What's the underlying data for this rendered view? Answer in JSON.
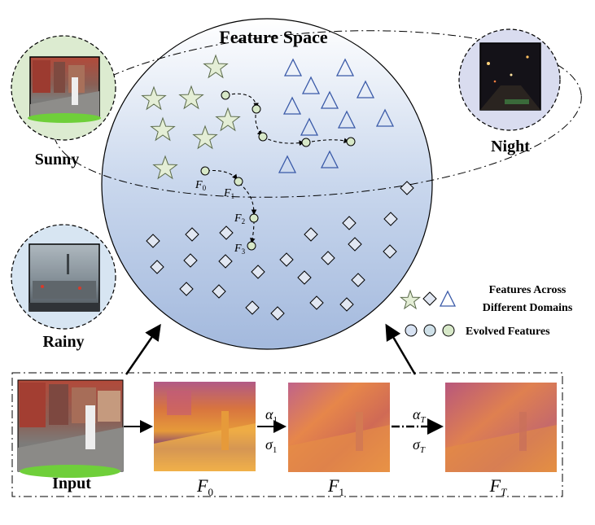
{
  "title": "Feature Space",
  "domains": {
    "sunny": "Sunny",
    "night": "Night",
    "rainy": "Rainy"
  },
  "legend": {
    "domains_line1": "Features Across",
    "domains_line2": "Different Domains",
    "evolved": "Evolved Features"
  },
  "path_labels": {
    "f0": "F",
    "f0_sub": "0",
    "f1": "F",
    "f1_sub": "1",
    "f2": "F",
    "f2_sub": "2",
    "f3": "F",
    "f3_sub": "3"
  },
  "pipeline": {
    "input": "Input",
    "f0": "F",
    "f0_sub": "0",
    "f1": "F",
    "f1_sub": "1",
    "ft": "F",
    "ft_sub": "T",
    "alpha1": "α",
    "alpha1_sub": "1",
    "sigma1": "σ",
    "sigma1_sub": "1",
    "alphaT": "α",
    "alphaT_sub": "T",
    "sigmaT": "σ",
    "sigmaT_sub": "T"
  },
  "colors": {
    "star_fill": "#e4eed6",
    "triangle_stroke": "#3a5aa8",
    "diamond_fill": "#e1e7f2",
    "sunny_bg": "#dcebd0",
    "night_bg": "#d9dcef",
    "rainy_bg": "#d7e5f2"
  }
}
